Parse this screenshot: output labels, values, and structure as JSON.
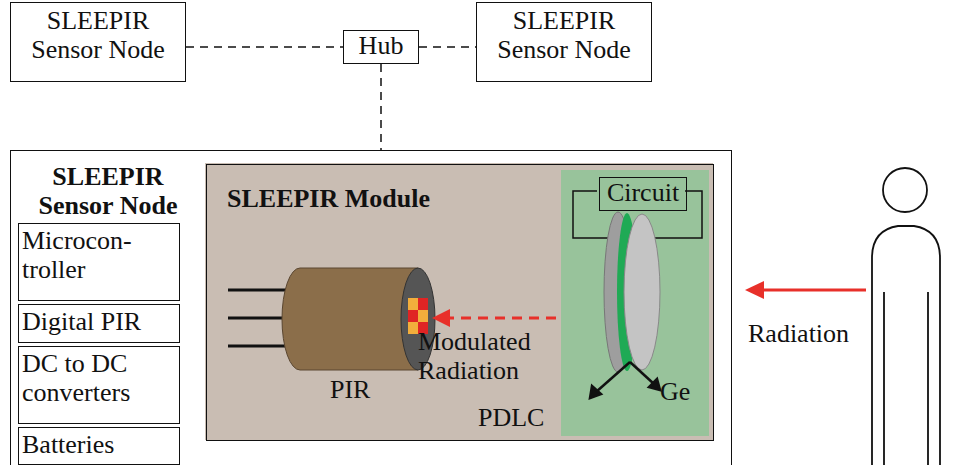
{
  "diagram": {
    "nodes": [
      {
        "text": [
          "SLEEPIR Sensor Node"
        ]
      },
      {
        "text": [
          "Hub"
        ]
      },
      {
        "text": [
          "SLEEPIR Sensor Node"
        ]
      },
      {
        "text": [
          "SLEEPIR Sensor Node"
        ]
      },
      {
        "text": [
          "Microcon- troller"
        ],
        "in": 3
      },
      {
        "text": [
          "Digital PIR"
        ],
        "in": 3
      },
      {
        "text": [
          "DC to DC converters"
        ],
        "in": 3
      },
      {
        "text": [
          "Batteries"
        ],
        "in": 3
      },
      {
        "text": [
          "SLEEPIR Module"
        ],
        "in": 3
      },
      {
        "text": [
          "Circuit"
        ],
        "in": 8
      }
    ],
    "edges": [
      {
        "from": 0,
        "to": 1,
        "arrow": "none"
      },
      {
        "from": 1,
        "to": 2,
        "arrow": "none"
      },
      {
        "from": 1,
        "to": 3,
        "arrow": "none"
      }
    ],
    "labels": [
      "PIR",
      "Modulated Radiation",
      "PDLC",
      "Ge",
      "Radiation"
    ]
  }
}
